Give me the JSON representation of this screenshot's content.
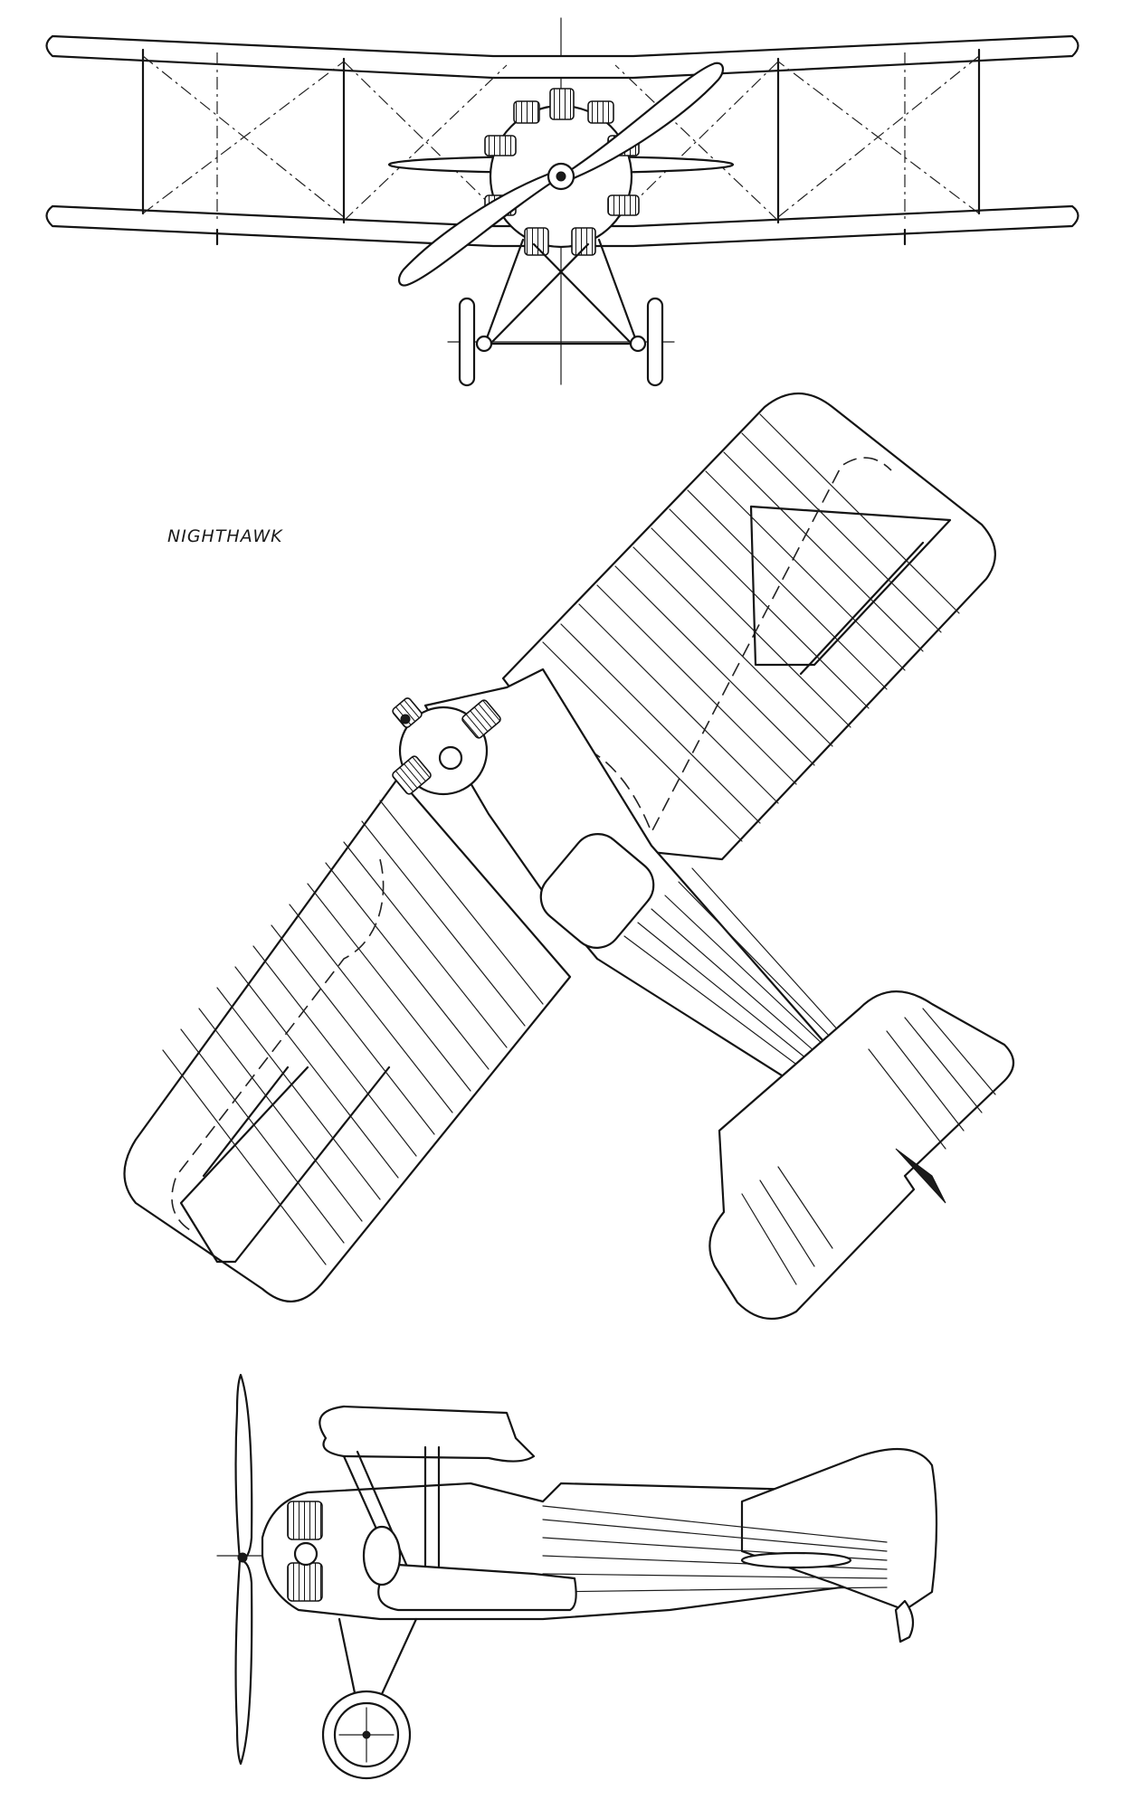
{
  "drawing": {
    "label": "NIGHTHAWK",
    "views": [
      "front-view",
      "plan-view",
      "side-view"
    ],
    "colors": {
      "ink": "#141414",
      "paper": "#ffffff"
    }
  }
}
